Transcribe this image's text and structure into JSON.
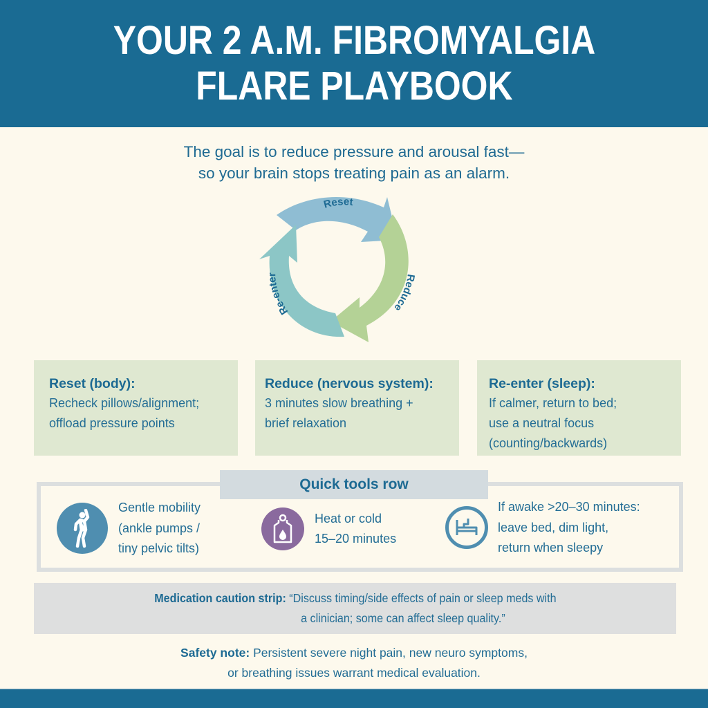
{
  "header": {
    "title_line1": "YOUR 2 A.M. FIBROMYALGIA",
    "title_line2": "FLARE PLAYBOOK",
    "background_color": "#1a6b93"
  },
  "subtitle": {
    "line1": "The goal is to reduce pressure and arousal fast—",
    "line2": "so your brain stops treating pain as an alarm."
  },
  "cycle": {
    "steps": [
      {
        "label": "Reset",
        "color": "#8fbdd3"
      },
      {
        "label": "Reduce",
        "color": "#b4d296"
      },
      {
        "label": "Re-enter",
        "color": "#8cc6c6"
      }
    ]
  },
  "cards": [
    {
      "title": "Reset (body):",
      "body_lines": [
        "Recheck pillows/alignment;",
        "offload pressure points"
      ]
    },
    {
      "title": "Reduce (nervous system):",
      "body_lines": [
        "3 minutes slow breathing +",
        "brief relaxation"
      ]
    },
    {
      "title": "Re-enter (sleep):",
      "body_lines": [
        "If calmer, return to bed;",
        "use a neutral focus",
        "(counting/backwards)"
      ]
    }
  ],
  "quick_tools": {
    "label": "Quick tools row",
    "items": [
      {
        "icon": "stretching-person-icon",
        "icon_color": "#4f8eb0",
        "lines": [
          "Gentle mobility",
          "(ankle pumps /",
          "tiny pelvic tilts)"
        ]
      },
      {
        "icon": "hot-water-bottle-icon",
        "icon_color": "#8a6a9e",
        "lines": [
          "Heat or cold",
          "15–20 minutes"
        ]
      },
      {
        "icon": "bed-icon",
        "icon_color": "#4f8eb0",
        "lines": [
          "If awake >20–30 minutes:",
          "leave bed, dim light,",
          "return when sleepy"
        ]
      }
    ]
  },
  "medication_strip": {
    "label": "Medication caution strip:",
    "text_line1": "“Discuss timing/side effects of pain or sleep meds with",
    "text_line2": "a clinician; some can affect sleep quality.”"
  },
  "safety_note": {
    "label": "Safety note:",
    "text_line1": "Persistent severe night pain, new neuro symptoms,",
    "text_line2": "or breathing issues warrant medical evaluation."
  }
}
